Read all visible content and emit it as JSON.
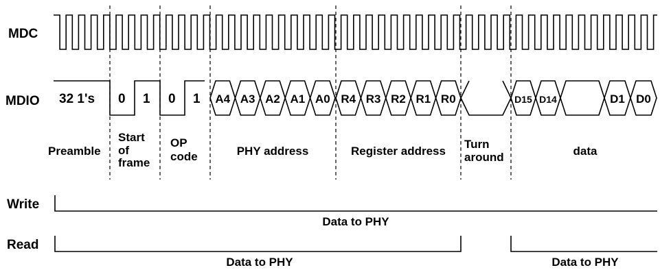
{
  "signals": {
    "mdc": "MDC",
    "mdio": "MDIO",
    "write": "Write",
    "read": "Read"
  },
  "preamble_value": "32 1's",
  "start_bits": [
    "0",
    "1"
  ],
  "op_bits": [
    "0",
    "1"
  ],
  "phy_bits": [
    "A4",
    "A3",
    "A2",
    "A1",
    "A0"
  ],
  "reg_bits": [
    "R4",
    "R3",
    "R2",
    "R1",
    "R0"
  ],
  "data_bits_high": [
    "D15",
    "D14"
  ],
  "data_bits_low": [
    "D1",
    "D0"
  ],
  "sections": {
    "preamble": "Preamble",
    "start_of_frame": [
      "Start",
      "of",
      "frame"
    ],
    "op_code": [
      "OP",
      "code"
    ],
    "phy_address": "PHY address",
    "register_address": "Register address",
    "turnaround": [
      "Turn",
      "around"
    ],
    "data": "data"
  },
  "write_label": "Data to PHY",
  "read_label_left": "Data to PHY",
  "read_label_right": "Data to PHY"
}
